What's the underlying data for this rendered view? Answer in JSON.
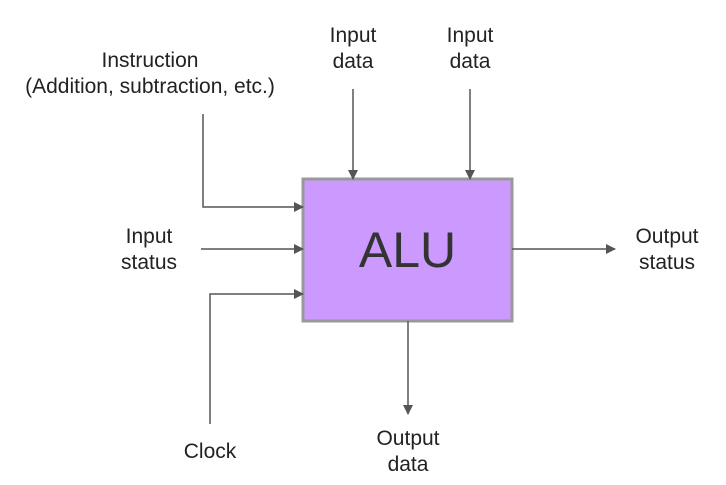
{
  "alu": {
    "label": "ALU",
    "fill_color": "#cc99ff",
    "border_color": "#999999"
  },
  "labels": {
    "instruction_line1": "Instruction",
    "instruction_line2": "(Addition, subtraction, etc.)",
    "input_data_1_line1": "Input",
    "input_data_1_line2": "data",
    "input_data_2_line1": "Input",
    "input_data_2_line2": "data",
    "input_status_line1": "Input",
    "input_status_line2": "status",
    "output_status_line1": "Output",
    "output_status_line2": "status",
    "clock": "Clock",
    "output_data_line1": "Output",
    "output_data_line2": "data"
  },
  "arrow_color": "#555555"
}
